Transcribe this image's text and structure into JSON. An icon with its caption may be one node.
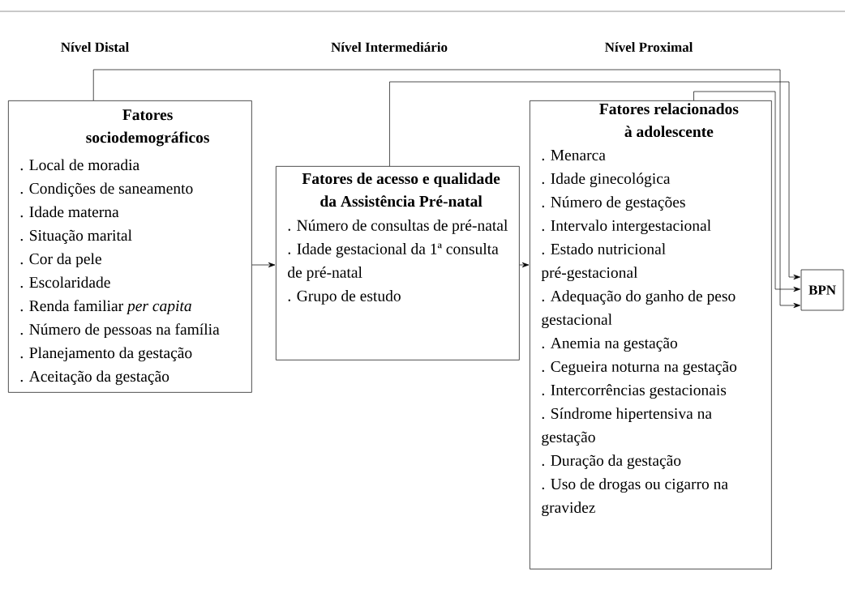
{
  "diagram": {
    "nodes": [
      {
        "text": [
          "Fatores sociodemográficos",
          ". Local de moradia",
          ". Condições de saneamento",
          ". Idade materna",
          ". Situação marital",
          ". Cor da pele",
          ". Escolaridade",
          ". Renda familiar *per capita*",
          ". Número de pessoas na família",
          ". Planejamento da gestação",
          ". Aceitação da gestação"
        ]
      },
      {
        "text": [
          "Fatores de acesso e qualidade da Assistência Pré-natal",
          ". Número de consultas de pré-natal",
          ". Idade gestacional da 1ª consulta de pré-natal",
          ". Grupo de estudo"
        ]
      },
      {
        "text": [
          "Fatores relacionados à adolescente",
          ". Menarca",
          ". Idade ginecológica",
          ". Número de gestações",
          ". Intervalo intergestacional",
          ". Estado nutricional pré-gestacional",
          ". Adequação do ganho de peso gestacional",
          ". Anemia na gestação",
          ". Cegueira noturna na gestação",
          ". Intercorrências gestacionais",
          ". Síndrome hipertensiva na gestação",
          ". Duração da gestação",
          ". Uso de drogas ou cigarro na gravidez"
        ]
      },
      {
        "text": [
          "BPN"
        ]
      }
    ],
    "edges": [
      {
        "from": 0,
        "to": 1,
        "arrow": "to"
      },
      {
        "from": 1,
        "to": 2,
        "arrow": "to"
      },
      {
        "from": 0,
        "to": 3,
        "arrow": "to"
      },
      {
        "from": 1,
        "to": 3,
        "arrow": "to"
      },
      {
        "from": 2,
        "to": 3,
        "arrow": "to"
      }
    ],
    "labels": [
      "Nível Distal",
      "Nível Intermediário",
      "Nível Proximal"
    ]
  }
}
